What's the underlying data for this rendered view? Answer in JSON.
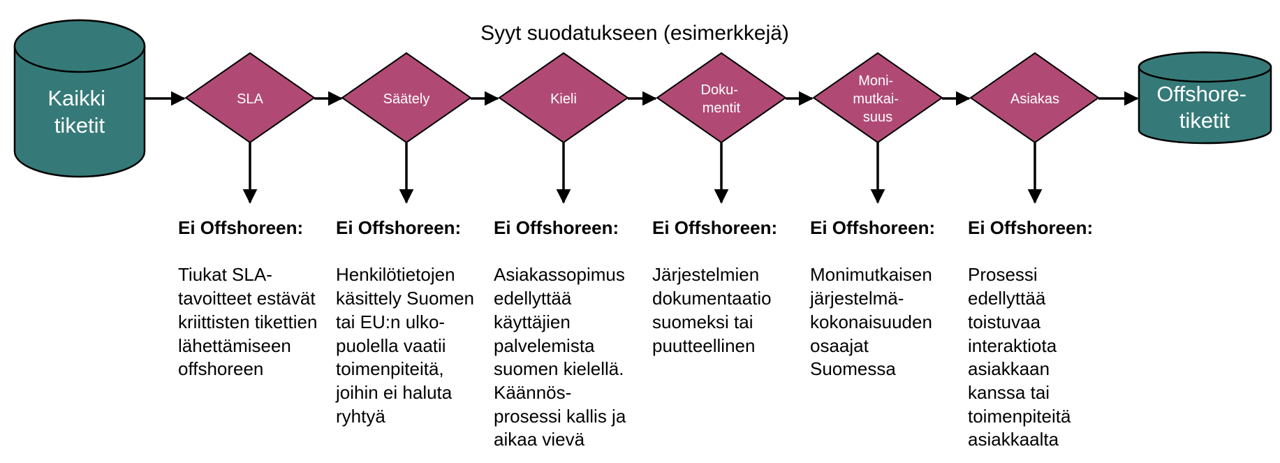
{
  "title": "Syyt suodatukseen (esimerkkejä)",
  "colors": {
    "cylinder_fill": "#357A78",
    "diamond_fill": "#B04A75",
    "stroke": "#000000",
    "label_text": "#FFFFFF"
  },
  "source": {
    "icon": "database-cylinder-icon",
    "lines": [
      "Kaikki",
      "tiketit"
    ]
  },
  "target": {
    "icon": "database-cylinder-icon",
    "lines": [
      "Offshore-",
      "tiketit"
    ]
  },
  "filters": [
    {
      "label_lines": [
        "SLA"
      ],
      "heading": "Ei Offshoreen:",
      "body_lines": [
        "Tiukat SLA-",
        "tavoitteet estävät",
        "kriittisten tikettien",
        "lähettämiseen",
        "offshoreen"
      ]
    },
    {
      "label_lines": [
        "Säätely"
      ],
      "heading": "Ei Offshoreen:",
      "body_lines": [
        "Henkilötietojen",
        "käsittely Suomen",
        "tai EU:n ulko-",
        "puolella vaatii",
        "toimenpiteitä,",
        "joihin ei haluta",
        "ryhtyä"
      ]
    },
    {
      "label_lines": [
        "Kieli"
      ],
      "heading": "Ei Offshoreen:",
      "body_lines": [
        "Asiakassopimus",
        "edellyttää",
        "käyttäjien",
        "palvelemista",
        "suomen kielellä.",
        "Käännös-",
        "prosessi kallis ja",
        "aikaa vievä"
      ]
    },
    {
      "label_lines": [
        "Doku-",
        "mentit"
      ],
      "heading": "Ei Offshoreen:",
      "body_lines": [
        "Järjestelmien",
        "dokumentaatio",
        "suomeksi tai",
        "puutteellinen"
      ]
    },
    {
      "label_lines": [
        "Moni-",
        "mutkai-",
        "suus"
      ],
      "heading": "Ei Offshoreen:",
      "body_lines": [
        "Monimutkaisen",
        "järjestelmä-",
        "kokonaisuuden",
        "osaajat",
        "Suomessa"
      ]
    },
    {
      "label_lines": [
        "Asiakas"
      ],
      "heading": "Ei Offshoreen:",
      "body_lines": [
        "Prosessi",
        "edellyttää",
        "toistuvaa",
        "interaktiota",
        "asiakkaan",
        "kanssa tai",
        "toimenpiteitä",
        "asiakkaalta"
      ]
    }
  ]
}
